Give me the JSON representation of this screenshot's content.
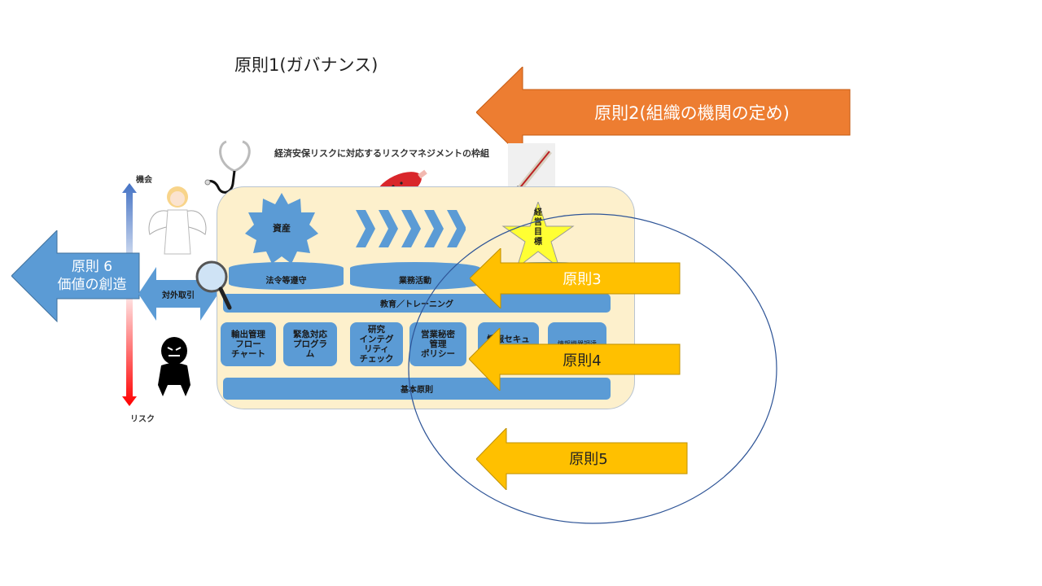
{
  "principles": {
    "p1": "原則1(ガバナンス)",
    "p2": "原則2(組織の機関の定め)",
    "p3": "原則3",
    "p4": "原則4",
    "p5": "原則5",
    "p6": "原則 6\n価値の創造"
  },
  "framework": {
    "title": "経済安保リスクに対応するリスクマネジメントの枠組",
    "asset": "資産",
    "goal": "経\n営\n目\n標",
    "compliance": "法令等遵守",
    "operations": "業務活動",
    "training": "教育／トレーニング",
    "basic_principles": "基本原則",
    "external_trade": "対外取引",
    "cards": [
      "輸出管理\nフロー\nチャート",
      "緊急対応\nプログラ\nム",
      "研究\nインテグ\nリティ\nチェック",
      "営業秘密\n管理\nポリシー",
      "情報セキュ\nリティ",
      "情報機器調達"
    ]
  },
  "axis": {
    "top": "機会",
    "bottom": "リスク"
  },
  "colors": {
    "orange": "#ed7d31",
    "gold": "#ffc000",
    "blue": "#5b9bd5",
    "panel": "#fdf0cc",
    "ellipse": "#2f5597",
    "star": "#ffff33"
  }
}
